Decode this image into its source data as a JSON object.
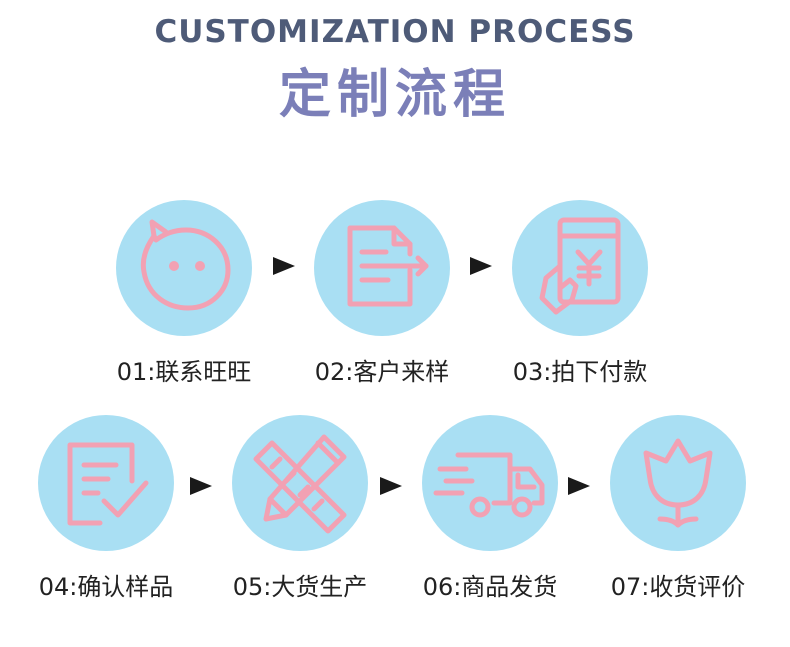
{
  "header": {
    "title_en": "CUSTOMIZATION PROCESS",
    "title_cn": "定制流程"
  },
  "colors": {
    "circle": "#a9dff3",
    "icon_stroke": "#f2a1b3",
    "title_en": "#4e5b78",
    "title_cn": "#7b7fb8",
    "arrow": "#1a1a1a"
  },
  "steps": [
    {
      "label": "01:联系旺旺",
      "icon": "chat-bubble-icon"
    },
    {
      "label": "02:客户来样",
      "icon": "document-send-icon"
    },
    {
      "label": "03:拍下付款",
      "icon": "payment-icon"
    },
    {
      "label": "04:确认样品",
      "icon": "checklist-icon"
    },
    {
      "label": "05:大货生产",
      "icon": "pencil-ruler-icon"
    },
    {
      "label": "06:商品发货",
      "icon": "delivery-truck-icon"
    },
    {
      "label": "07:收货评价",
      "icon": "flower-icon"
    }
  ]
}
